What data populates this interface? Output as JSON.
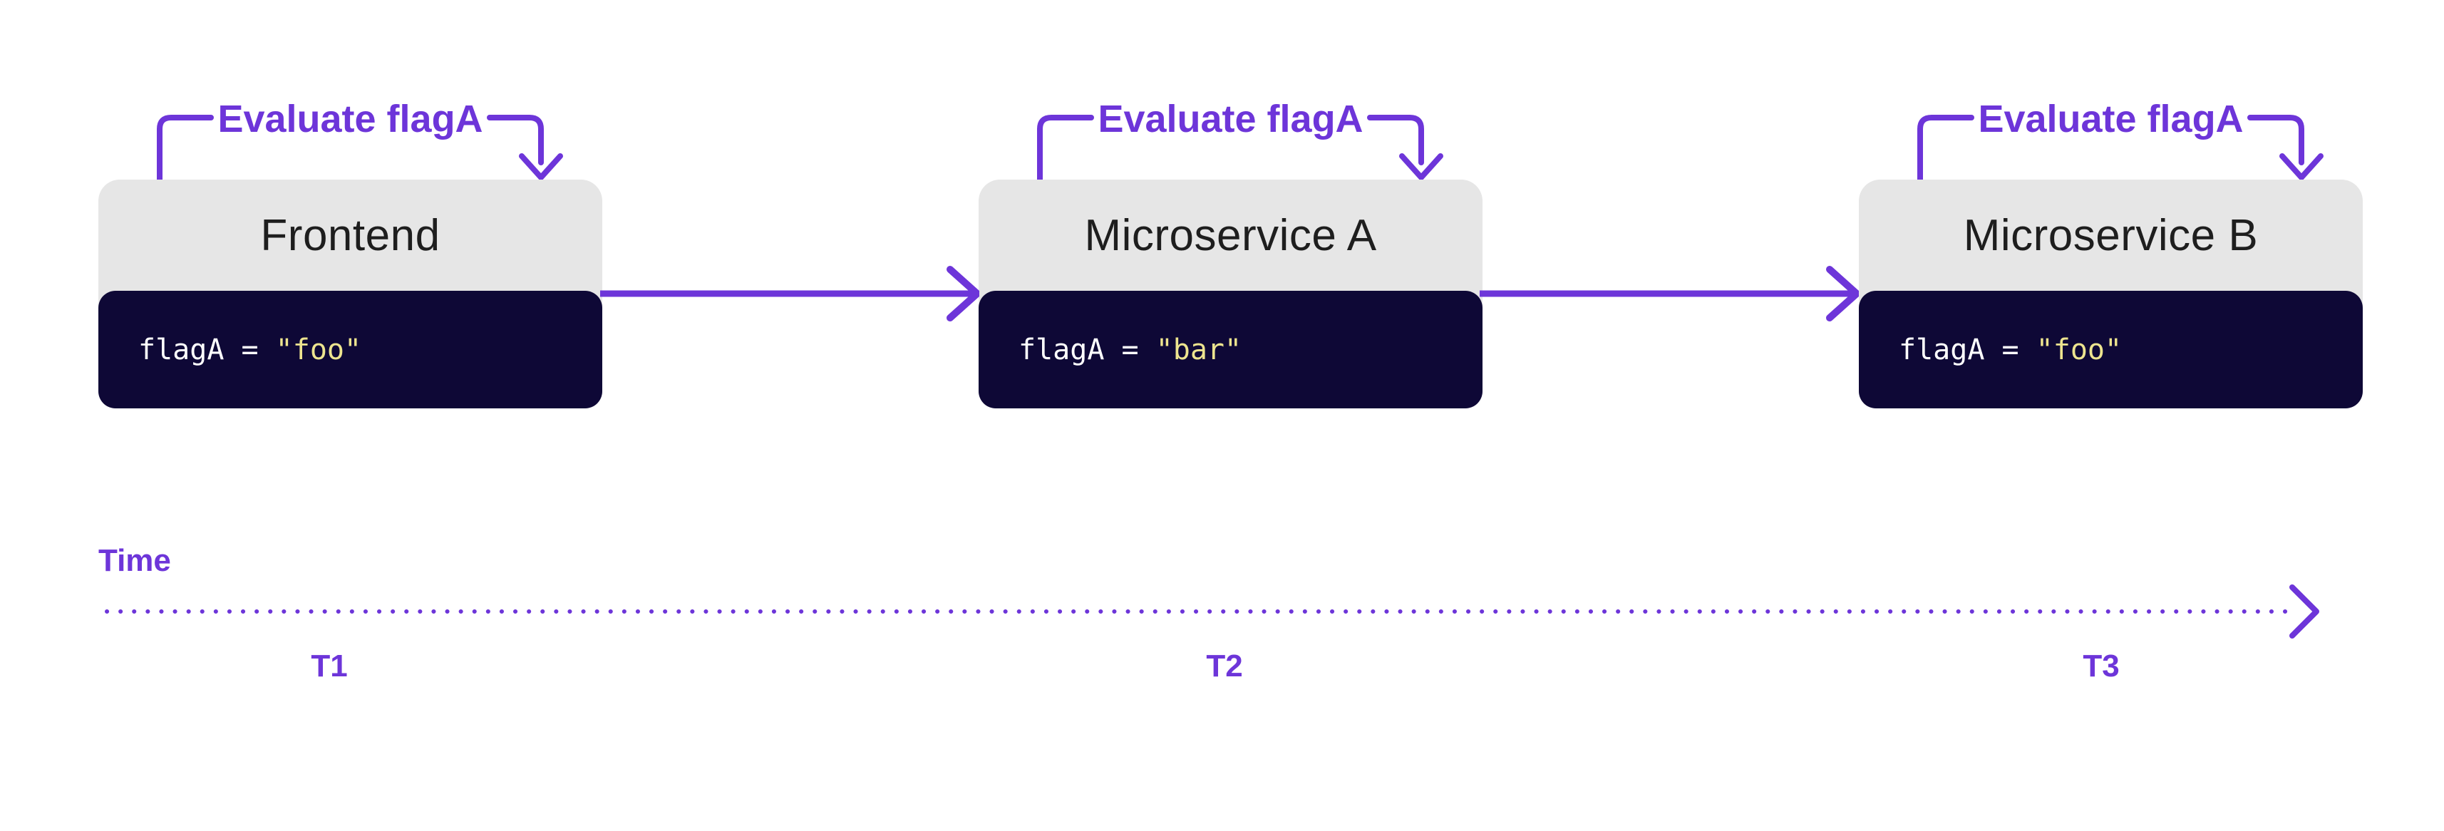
{
  "colors": {
    "accent": "#6D35D9",
    "navy": "#0E0836",
    "card-gray": "#E6E6E6",
    "title-text": "#1E1E1E",
    "code-text": "#FFFFFF",
    "code-string": "#EDE48F",
    "background": "#FFFFFF"
  },
  "services": [
    {
      "annotation": "Evaluate flagA",
      "name": "Frontend",
      "code_left": "flagA = ",
      "code_value": "\"foo\""
    },
    {
      "annotation": "Evaluate flagA",
      "name": "Microservice A",
      "code_left": "flagA = ",
      "code_value": "\"bar\""
    },
    {
      "annotation": "Evaluate flagA",
      "name": "Microservice B",
      "code_left": "flagA = ",
      "code_value": "\"foo\""
    }
  ],
  "timeline": {
    "label": "Time",
    "ticks": [
      "T1",
      "T2",
      "T3"
    ]
  }
}
